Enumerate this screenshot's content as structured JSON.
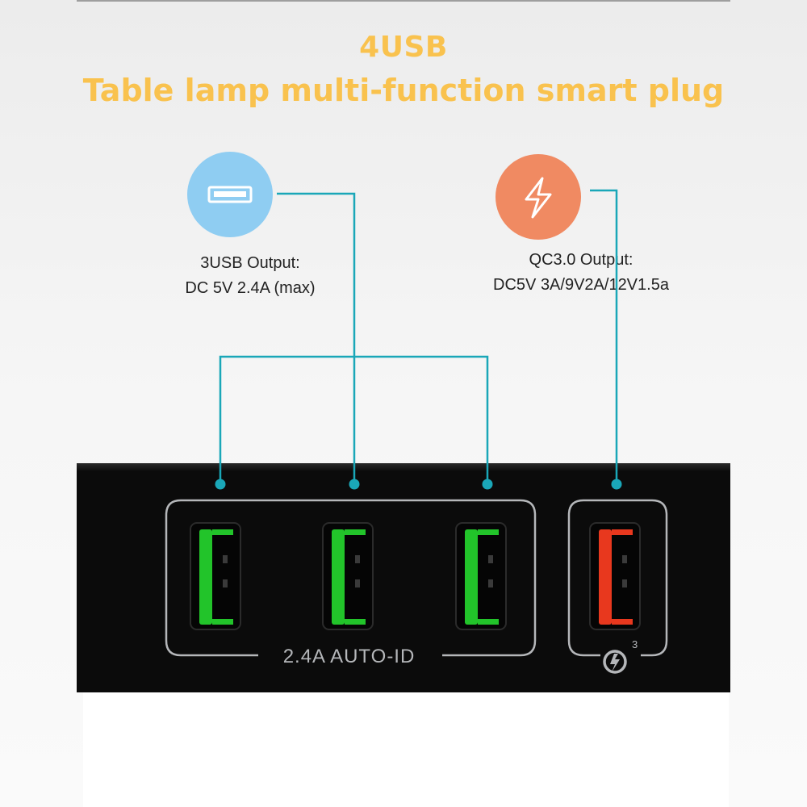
{
  "headline": {
    "line1": "4USB",
    "line2": "Table lamp multi-function smart plug"
  },
  "usb_feature": {
    "icon": "usb-port-icon",
    "color": "#8fcdf2",
    "line1": "3USB Output:",
    "line2": "DC 5V 2.4A (max)"
  },
  "qc_feature": {
    "icon": "lightning-icon",
    "color": "#f08a62",
    "line1": "QC3.0 Output:",
    "line2": "DC5V 3A/9V2A/12V1.5a"
  },
  "device": {
    "ports_label": "2.4A AUTO-ID",
    "qc_badge": "3",
    "usb_port_color": "#22c42a",
    "qc_port_color": "#e8381e",
    "connector_color": "#1aa7b8"
  }
}
